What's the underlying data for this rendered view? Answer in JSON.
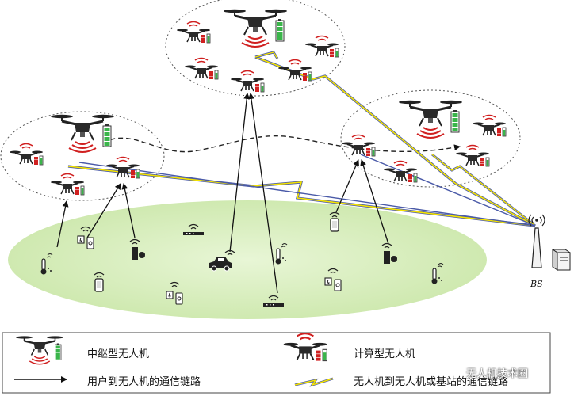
{
  "legend": {
    "relay_uav": "中继型无人机",
    "compute_uav": "计算型无人机",
    "user_link": "用户到无人机的通信链路",
    "uav_link": "无人机到无人机或基站的通信链路"
  },
  "bs_label": "BS",
  "watermark": "无人机技术圈",
  "colors": {
    "ground": "#d9f0c0",
    "uav_link": "#f5e400",
    "uav_link_edge": "#4a5aa8",
    "battery": "#3ab54a",
    "signal": "#d02020"
  }
}
